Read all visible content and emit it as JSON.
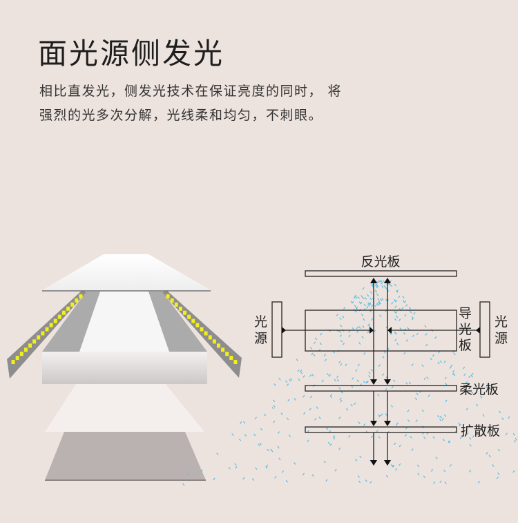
{
  "header": {
    "title": "面光源侧发光",
    "description_lines": [
      "相比直发光，侧发光技术在保证亮度的同时， 将",
      "强烈的光多次分解，光线柔和均匀，不刺眼。"
    ]
  },
  "diagram": {
    "labels": {
      "reflector": "反光板",
      "light_source_left": "光源",
      "light_source_right": "光源",
      "light_guide": "导光板",
      "soft_plate": "柔光板",
      "diffuser": "扩散板"
    },
    "colors": {
      "background": "#ede3de",
      "light_dashes": "#5bbde6",
      "led": "#f2ef1a"
    }
  }
}
